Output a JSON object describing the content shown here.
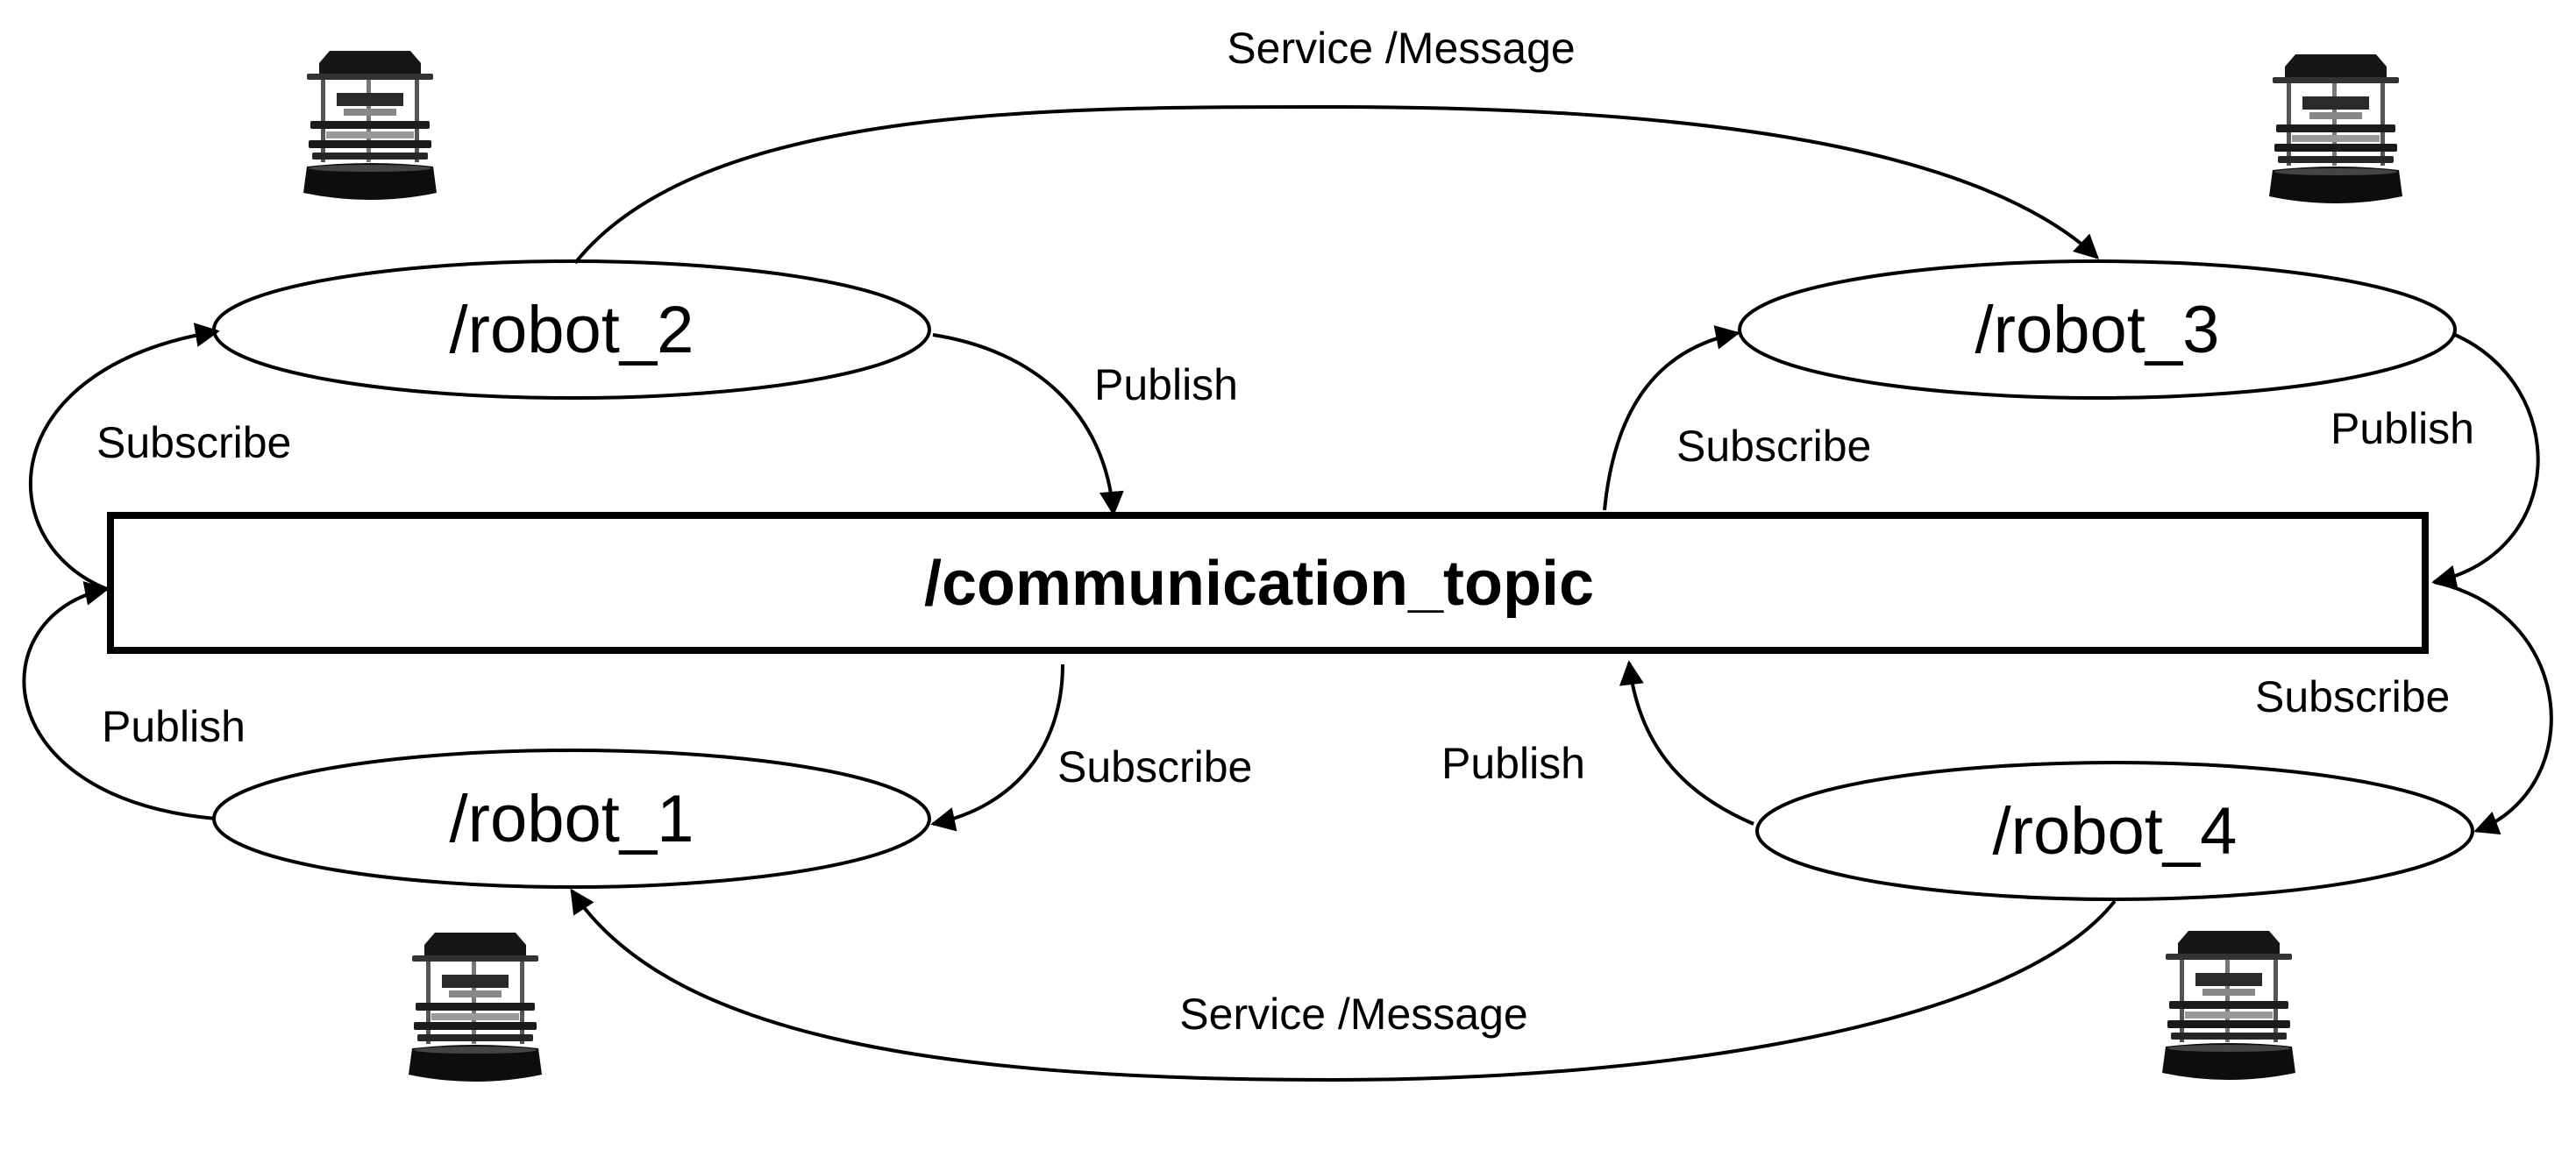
{
  "diagram": {
    "topic": "/communication_topic",
    "nodes": {
      "robot_1": "/robot_1",
      "robot_2": "/robot_2",
      "robot_3": "/robot_3",
      "robot_4": "/robot_4"
    },
    "labels": {
      "service_top": "Service /Message",
      "service_bottom": "Service /Message",
      "r2_subscribe": "Subscribe",
      "r2_publish": "Publish",
      "r3_subscribe": "Subscribe",
      "r3_publish": "Publish",
      "r1_publish": "Publish",
      "r1_subscribe": "Subscribe",
      "r4_publish": "Publish",
      "r4_subscribe": "Subscribe"
    },
    "icons": [
      "turtlebot-robot-icon"
    ]
  }
}
